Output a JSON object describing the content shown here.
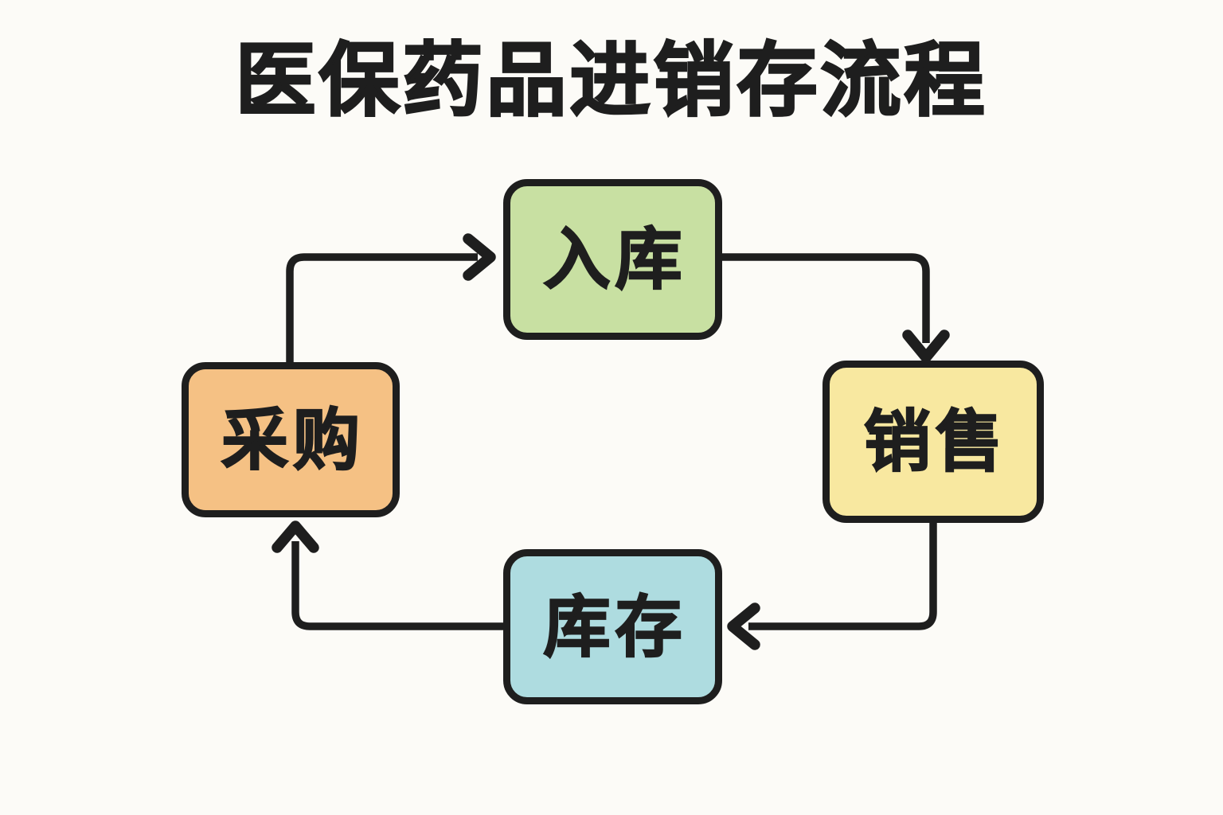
{
  "title": "医保药品进销存流程",
  "colors": {
    "background": "#fcfbf7",
    "line": "#1e1e1e",
    "text": "#1e1e1e",
    "inbound_fill": "#c8e0a2",
    "sales_fill": "#f8e8a0",
    "inventory_fill": "#aedce0",
    "procurement_fill": "#f5c184"
  },
  "nodes": [
    {
      "id": "inbound",
      "label": "入库",
      "fill": "#c8e0a2",
      "position": "top-center"
    },
    {
      "id": "sales",
      "label": "销售",
      "fill": "#f8e8a0",
      "position": "middle-right"
    },
    {
      "id": "inventory",
      "label": "库存",
      "fill": "#aedce0",
      "position": "bottom-center"
    },
    {
      "id": "procurement",
      "label": "采购",
      "fill": "#f5c184",
      "position": "middle-left"
    }
  ],
  "edges": [
    {
      "from": "procurement",
      "to": "inbound"
    },
    {
      "from": "inbound",
      "to": "sales"
    },
    {
      "from": "sales",
      "to": "inventory"
    },
    {
      "from": "inventory",
      "to": "procurement"
    }
  ]
}
